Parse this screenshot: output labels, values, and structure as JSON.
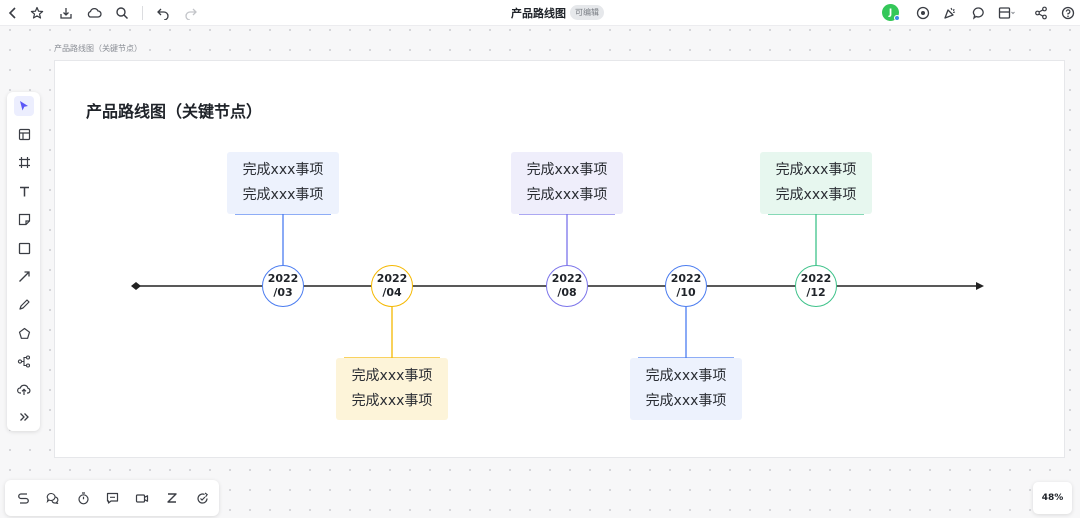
{
  "header": {
    "title": "产品路线图",
    "badge": "可编辑",
    "avatar_initial": "J"
  },
  "breadcrumb": "产品路线图（关键节点）",
  "diagram": {
    "title": "产品路线图（关键节点）",
    "milestones": [
      {
        "year": "2022",
        "month": "/03",
        "position": "above",
        "color": "#4a7cf0",
        "card_bg": "#edf2fd",
        "line1": "完成xxx事项",
        "line2": "完成xxx事项"
      },
      {
        "year": "2022",
        "month": "/04",
        "position": "below",
        "color": "#f5b800",
        "card_bg": "#fdf4d9",
        "line1": "完成xxx事项",
        "line2": "完成xxx事项"
      },
      {
        "year": "2022",
        "month": "/08",
        "position": "above",
        "color": "#7b74ea",
        "card_bg": "#efeefb",
        "line1": "完成xxx事项",
        "line2": "完成xxx事项"
      },
      {
        "year": "2022",
        "month": "/10",
        "position": "below",
        "color": "#4a7cf0",
        "card_bg": "#edf2fd",
        "line1": "完成xxx事项",
        "line2": "完成xxx事项"
      },
      {
        "year": "2022",
        "month": "/12",
        "position": "above",
        "color": "#3ec28a",
        "card_bg": "#e7f7ef",
        "line1": "完成xxx事项",
        "line2": "完成xxx事项"
      }
    ]
  },
  "zoom": "48%",
  "icons": {
    "top_left": [
      "back-icon",
      "star-icon",
      "download-icon",
      "cloud-icon",
      "search-icon",
      "undo-icon",
      "redo-icon"
    ],
    "top_right": [
      "present-icon",
      "celebrate-icon",
      "comment-icon",
      "layout-icon",
      "share-icon",
      "help-icon"
    ],
    "left_toolbar": [
      "select-icon",
      "table-icon",
      "frame-icon",
      "text-icon",
      "sticky-note-icon",
      "rectangle-icon",
      "connector-icon",
      "pen-icon",
      "polygon-icon",
      "mindmap-icon",
      "upload-icon",
      "more-icon"
    ],
    "bottom_toolbar": [
      "flow-icon",
      "chat-icon",
      "timer-icon",
      "comment-icon",
      "video-icon",
      "z-icon",
      "vote-icon"
    ]
  }
}
